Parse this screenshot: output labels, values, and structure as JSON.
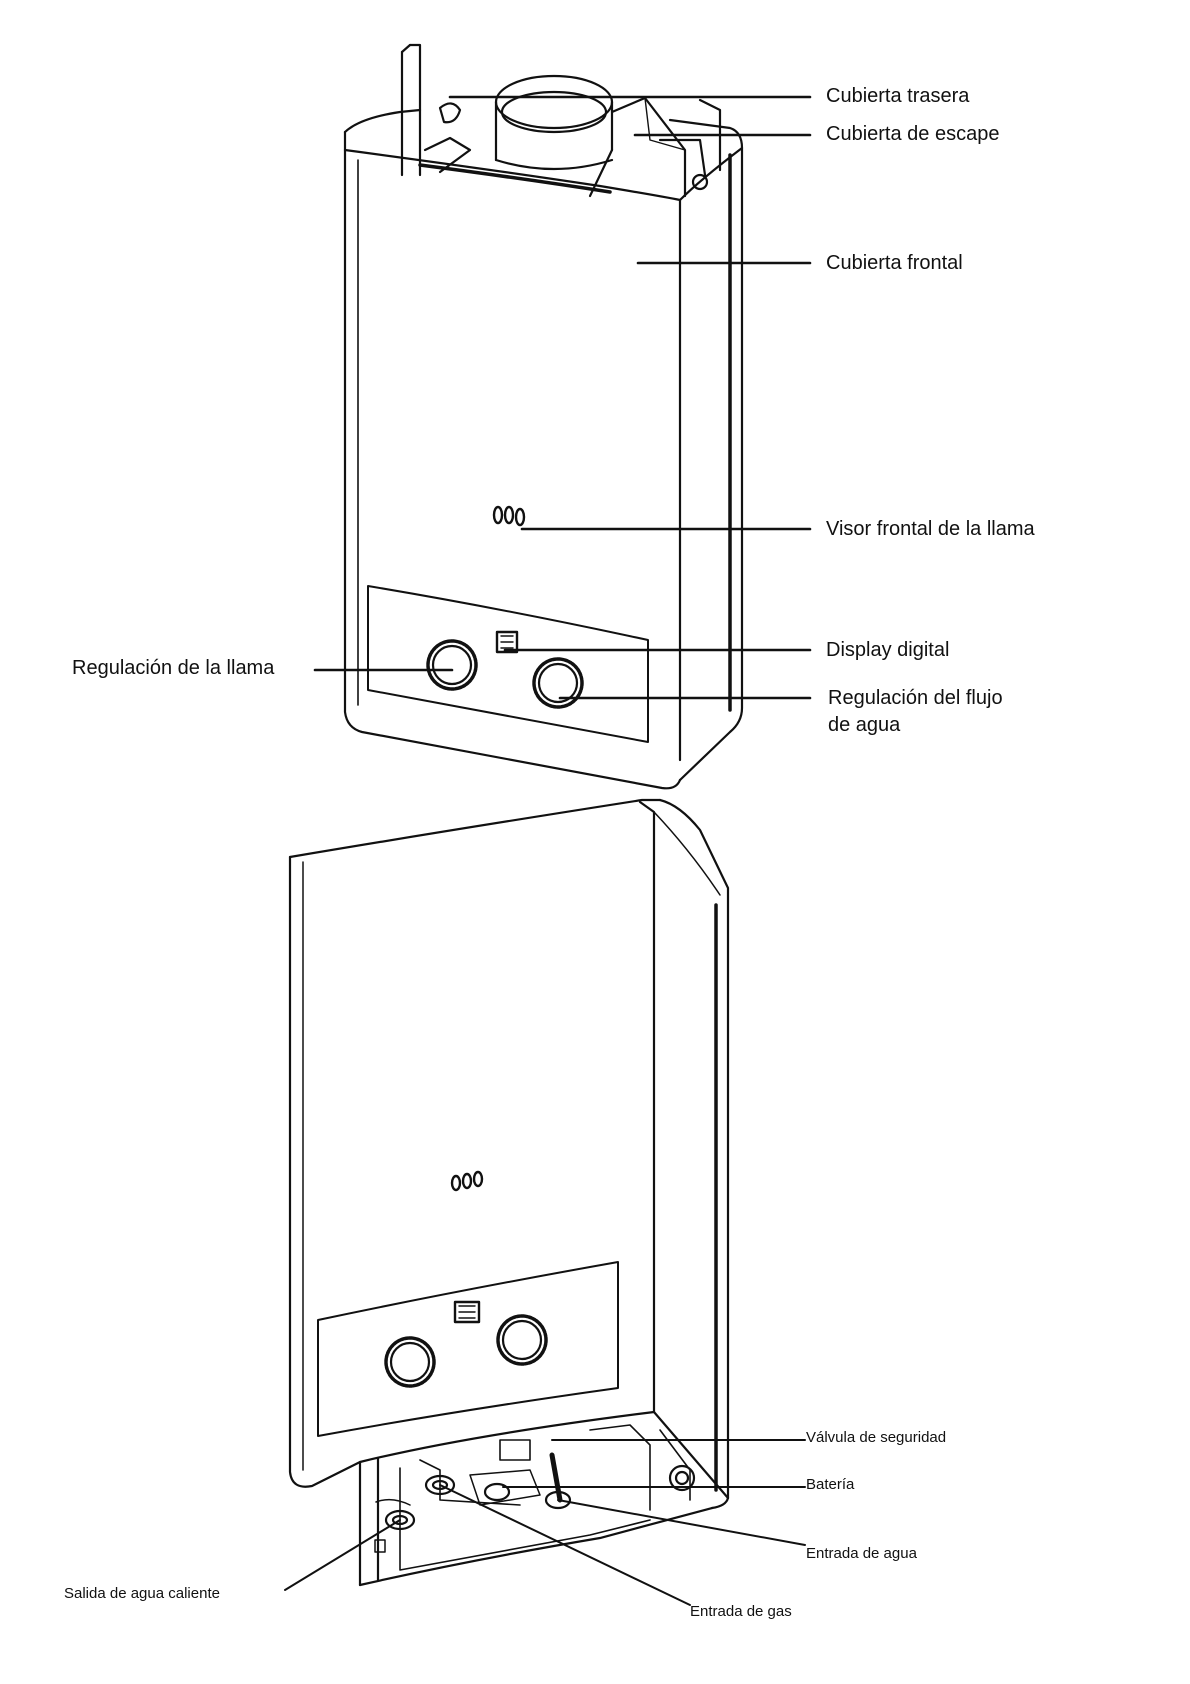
{
  "labels": {
    "rear_cover": "Cubierta trasera",
    "exhaust_cover": "Cubierta de escape",
    "front_cover": "Cubierta frontal",
    "flame_viewer": "Visor frontal de la llama",
    "digital_display": "Display digital",
    "flame_regulation": "Regulación de la llama",
    "water_flow_regulation_line1": "Regulación del flujo",
    "water_flow_regulation_line2": "de agua",
    "safety_valve": "Válvula de seguridad",
    "battery": "Batería",
    "water_inlet": "Entrada de agua",
    "hot_water_outlet": "Salida de agua caliente",
    "gas_inlet": "Entrada de gas"
  },
  "colors": {
    "line": "#111111",
    "background": "#ffffff"
  }
}
